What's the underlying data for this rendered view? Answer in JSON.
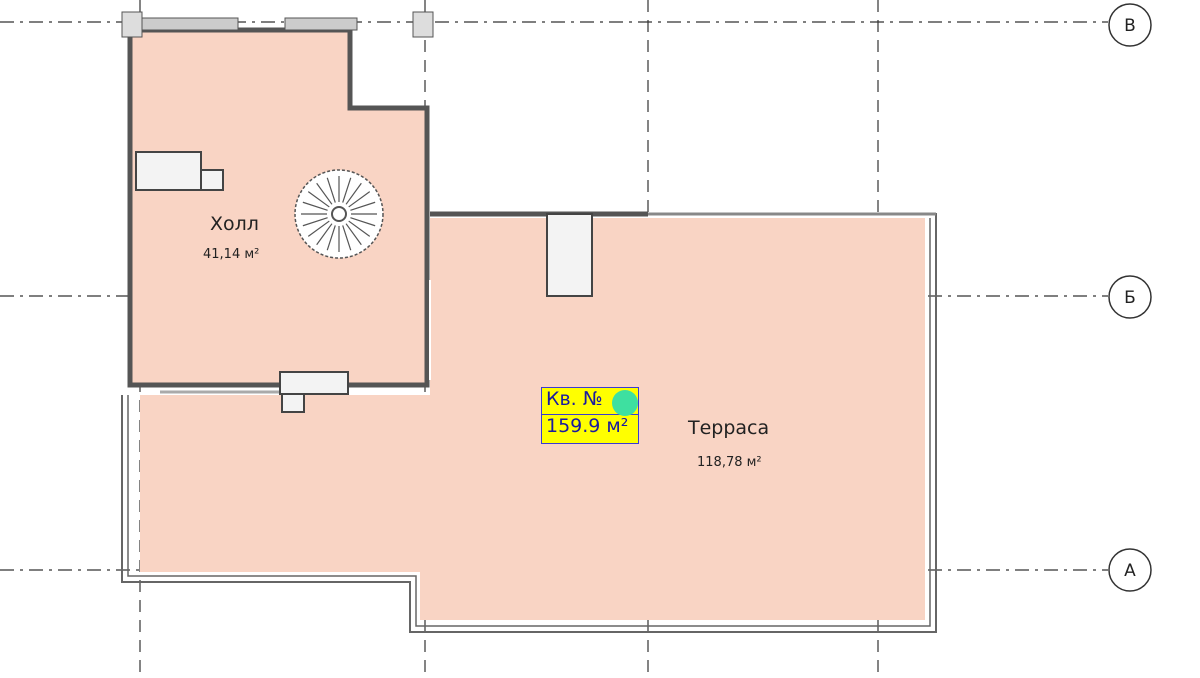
{
  "plan": {
    "rooms": [
      {
        "name": "Холл",
        "area": "41,14 м²"
      },
      {
        "name": "Терраса",
        "area": "118,78 м²"
      }
    ],
    "apartment_tag": {
      "number_label": "Кв. №",
      "total_area": "159.9 м²"
    },
    "axes": [
      "В",
      "Б",
      "А"
    ],
    "colors": {
      "room_fill": "#f9d4c4",
      "wall": "#555555",
      "tag_bg": "#ffff00",
      "marker": "#3ee0a0"
    }
  }
}
